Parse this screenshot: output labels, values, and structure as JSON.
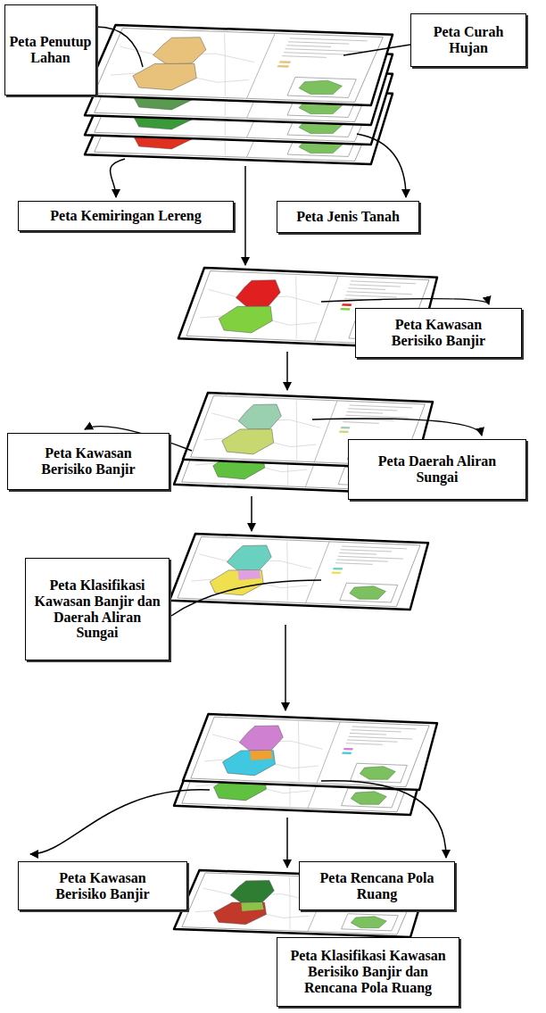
{
  "diagram": {
    "nodes": [
      {
        "text": [
          "Peta Penutup Lahan"
        ]
      },
      {
        "text": [
          "Peta Curah Hujan"
        ]
      },
      {
        "text": [
          "Peta Kemiringan Lereng"
        ]
      },
      {
        "text": [
          "Peta Jenis Tanah"
        ]
      },
      {
        "text": [
          "Peta Kawasan Berisiko Banjir"
        ]
      },
      {
        "text": [
          "Peta Kawasan Berisiko Banjir"
        ]
      },
      {
        "text": [
          "Peta Daerah Aliran Sungai"
        ]
      },
      {
        "text": [
          "Peta Klasifikasi Kawasan Banjir dan Daerah Aliran Sungai"
        ]
      },
      {
        "text": [
          "Peta Kawasan Berisiko Banjir"
        ]
      },
      {
        "text": [
          "Peta Rencana Pola Ruang"
        ]
      },
      {
        "text": [
          "Peta Klasifikasi Kawasan Berisiko Banjir dan Rencana Pola Ruang"
        ]
      }
    ]
  }
}
